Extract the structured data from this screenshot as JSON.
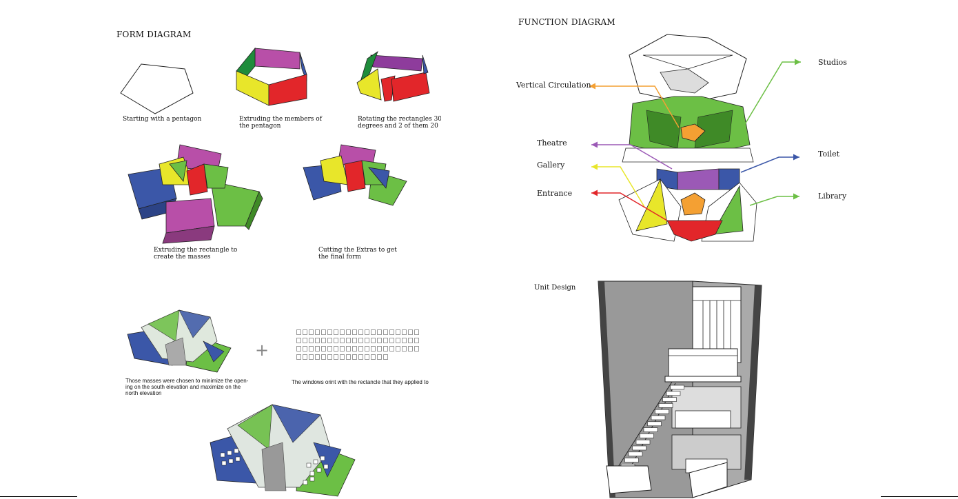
{
  "form": {
    "title": "FORM DIAGRAM",
    "captions": {
      "pentagon": "Starting with a pentagon",
      "extrude": "Extruding the members of\nthe pentagon",
      "rotate": "Rotating the rectangles 30\ndegrees and 2 of them 20",
      "masses": "Extruding the rectangle to\ncreate the masses",
      "cut": "Cutting the Extras to get\nthe final form",
      "orient": "Those masses were chosen to minimize the open-\ning on the south elevation and maximize on the\nnorth elevation",
      "windows": "The windows orint with the rectancle that they applied to"
    },
    "plus": "+"
  },
  "function": {
    "title": "FUNCTION DIAGRAM",
    "labels": {
      "studios": "Studios",
      "vertical_circulation": "Vertical Circulation",
      "theatre": "Theatre",
      "toilet": "Toilet",
      "gallery": "Gallery",
      "library": "Library",
      "entrance": "Entrance"
    },
    "colors": {
      "studios": "#6cbf45",
      "vertical_circulation": "#f4a033",
      "theatre": "#9b59b6",
      "toilet": "#3b57a8",
      "gallery": "#e8e62a",
      "library": "#6cbf45",
      "entrance": "#e2262a"
    }
  },
  "unit": {
    "title": "Unit Design"
  }
}
